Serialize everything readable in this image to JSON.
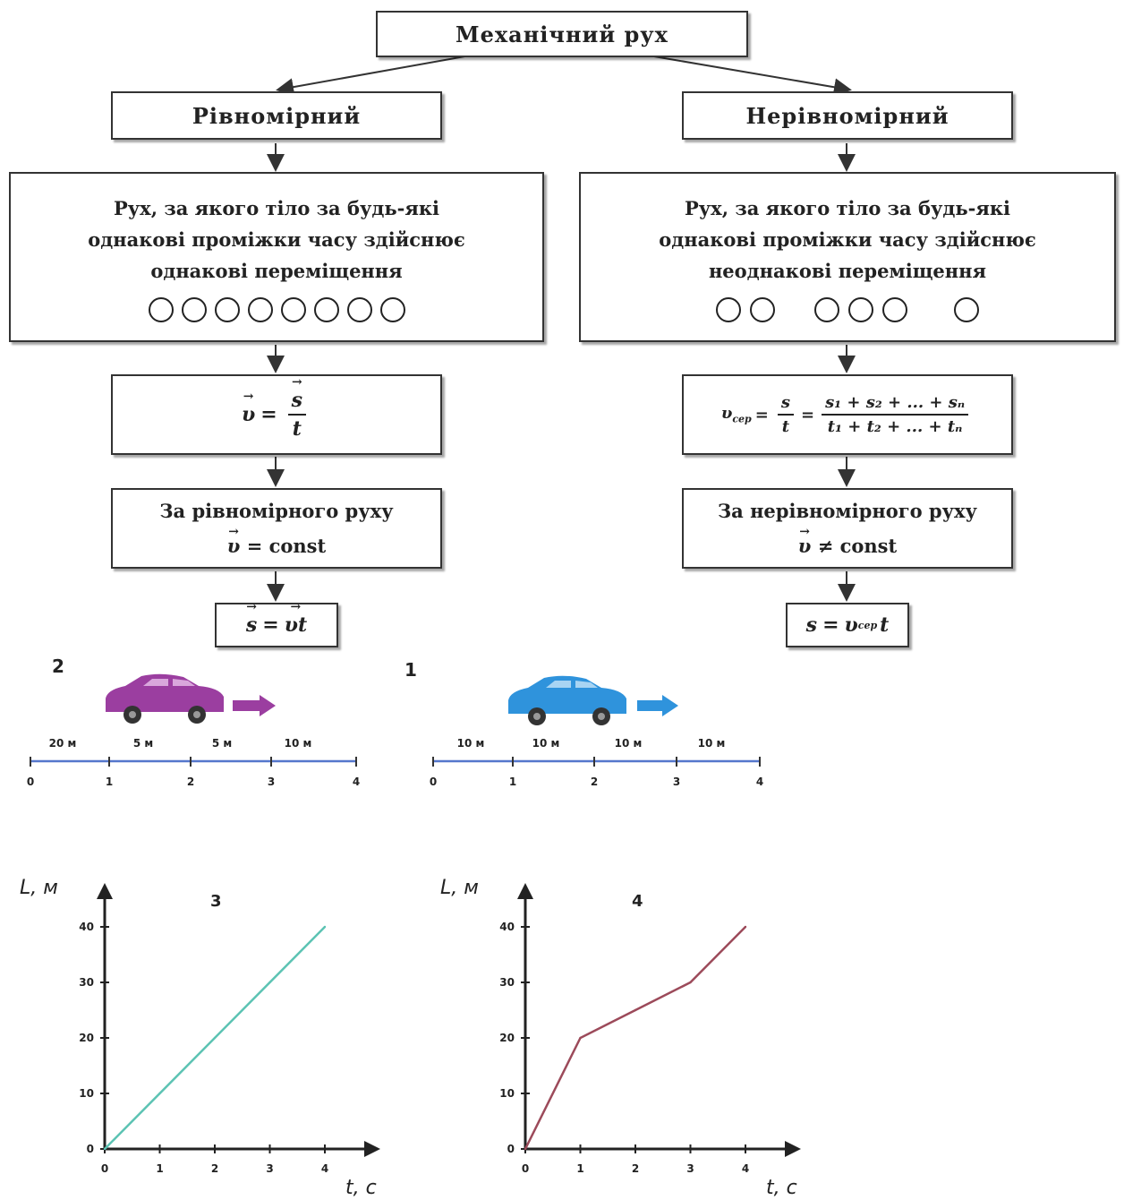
{
  "flowchart": {
    "root": "Механічний рух",
    "left": {
      "type": "Рівномірний",
      "definition": [
        "Рух, за якого тіло за будь-які",
        "однакові проміжки часу здійснює",
        "однакові переміщення"
      ],
      "formula": {
        "lhs": "υ",
        "eq": "=",
        "num": "s",
        "den": "t"
      },
      "condition": {
        "line1": "За рівномірного руху",
        "vec": "υ",
        "rest": "= const"
      },
      "result": {
        "a": "s",
        "eq": "=",
        "b": "υt"
      }
    },
    "right": {
      "type": "Нерівномірний",
      "definition": [
        "Рух, за якого тіло за будь-які",
        "однакові проміжки часу здійснює",
        "неоднакові переміщення"
      ],
      "formula": {
        "lhs": "υ",
        "lhs_sub": "сер",
        "eq": "=",
        "num1": "s",
        "den1": "t",
        "num2": "s₁ + s₂ + ... + sₙ",
        "den2": "t₁ + t₂ + ... + tₙ"
      },
      "condition": {
        "line1": "За нерівномірного руху",
        "vec": "υ",
        "rest": "≠ const"
      },
      "result": {
        "a": "s",
        "eq": "=",
        "b": "υ",
        "b_sub": "сер",
        "c": "t"
      }
    }
  },
  "tracks": [
    {
      "label": "2",
      "segments": [
        "20 м",
        "5 м",
        "5 м",
        "10 м"
      ],
      "ticks": [
        "0",
        "1",
        "2",
        "3",
        "4"
      ],
      "car_color": "#9b3ea0"
    },
    {
      "label": "1",
      "segments": [
        "10 м",
        "10 м",
        "10 м",
        "10 м"
      ],
      "ticks": [
        "0",
        "1",
        "2",
        "3",
        "4"
      ],
      "car_color": "#2f93dc"
    }
  ],
  "chart_data": [
    {
      "type": "line",
      "label": "3",
      "xlabel": "t, c",
      "ylabel": "L,  м",
      "x": [
        0,
        1,
        2,
        3,
        4
      ],
      "y": [
        0,
        10,
        20,
        30,
        40
      ],
      "xticks": [
        "0",
        "1",
        "2",
        "3",
        "4"
      ],
      "yticks": [
        "0",
        "10",
        "20",
        "30",
        "40"
      ],
      "xlim": [
        0,
        4
      ],
      "ylim": [
        0,
        40
      ],
      "color": "#5cc3b3"
    },
    {
      "type": "line",
      "label": "4",
      "xlabel": "t, c",
      "ylabel": "L,  м",
      "x": [
        0,
        1,
        2,
        3,
        4
      ],
      "y": [
        0,
        20,
        25,
        30,
        40
      ],
      "xticks": [
        "0",
        "1",
        "2",
        "3",
        "4"
      ],
      "yticks": [
        "0",
        "10",
        "20",
        "30",
        "40"
      ],
      "xlim": [
        0,
        4
      ],
      "ylim": [
        0,
        40
      ],
      "color": "#9c4a5a"
    }
  ]
}
